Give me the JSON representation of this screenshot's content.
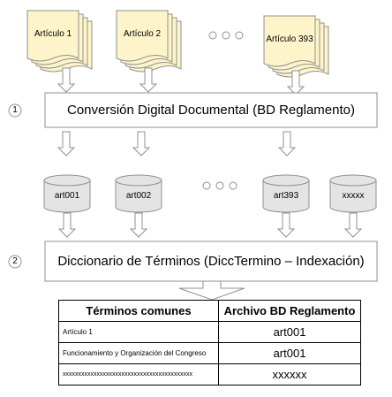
{
  "documents": [
    {
      "label": "Artículo 1"
    },
    {
      "label": "Artículo 2"
    },
    {
      "label": "Artículo 393"
    }
  ],
  "step1": {
    "number": "1",
    "title": "Conversión Digital Documental (BD Reglamento)"
  },
  "databases": [
    {
      "label": "art001"
    },
    {
      "label": "art002"
    },
    {
      "label": "art393"
    },
    {
      "label": "xxxxx"
    }
  ],
  "step2": {
    "number": "2",
    "title": "Diccionario de Términos (DiccTermino – Indexación)"
  },
  "table": {
    "headers": [
      "Términos comunes",
      "Archivo BD Reglamento"
    ],
    "rows": [
      [
        "Artículo 1",
        "art001"
      ],
      [
        "Funcionamiento y Organización del Congreso",
        "art001"
      ],
      [
        "xxxxxxxxxxxxxxxxxxxxxxxxxxxxxxxxxxxxxxxxxx",
        "xxxxxx"
      ]
    ]
  },
  "colors": {
    "document_fill": "#fdf5c9",
    "cylinder_fill": "#e4e4e4",
    "arrow_fill": "#ffffff",
    "stroke": "#909090"
  }
}
